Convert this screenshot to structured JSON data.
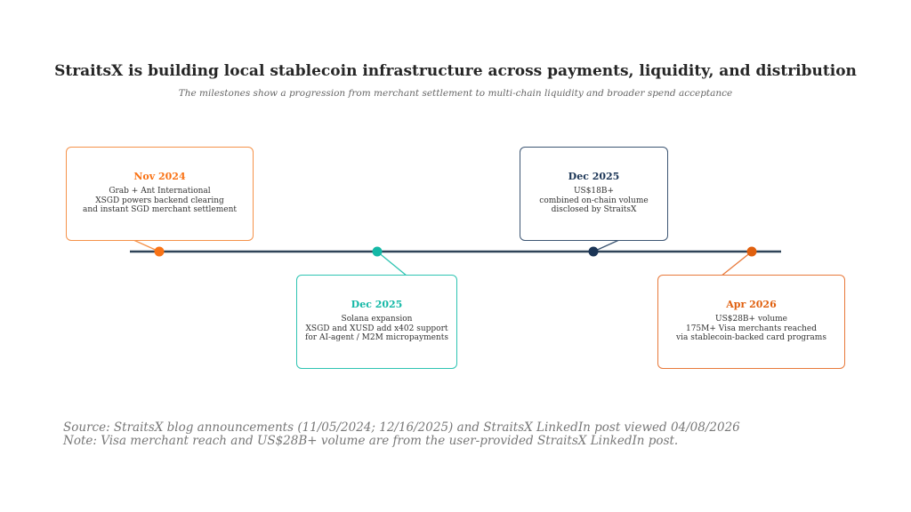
{
  "title": "StraitsX is building local stablecoin infrastructure across payments, liquidity, and distribution",
  "subtitle": "The milestones show a progression from merchant settlement to multi-chain liquidity and broader spend acceptance",
  "milestones": [
    {
      "date": "Nov 2024",
      "lines": [
        "Grab + Ant International",
        "XSGD powers backend clearing",
        "and instant SGD merchant settlement"
      ],
      "color": "#f97316",
      "border": "#f5924a"
    },
    {
      "date": "Dec 2025",
      "lines": [
        "Solana expansion",
        "XSGD and XUSD add x402 support",
        "for AI-agent / M2M micropayments"
      ],
      "color": "#14b8a6",
      "border": "#2ec4b2"
    },
    {
      "date": "Dec 2025",
      "lines": [
        "US$18B+",
        "combined on-chain volume",
        "disclosed by StraitsX"
      ],
      "color": "#1b3556",
      "border": "#3d5673"
    },
    {
      "date": "Apr 2026",
      "lines": [
        "US$28B+ volume",
        "175M+ Visa merchants reached",
        "via stablecoin-backed card programs"
      ],
      "color": "#e0600f",
      "border": "#e8793a"
    }
  ],
  "footer": {
    "source": "Source: StraitsX blog announcements (11/05/2024; 12/16/2025) and StraitsX LinkedIn post viewed 04/08/2026",
    "note": "Note: Visa merchant reach and US$28B+ volume are from the user-provided StraitsX LinkedIn post."
  }
}
